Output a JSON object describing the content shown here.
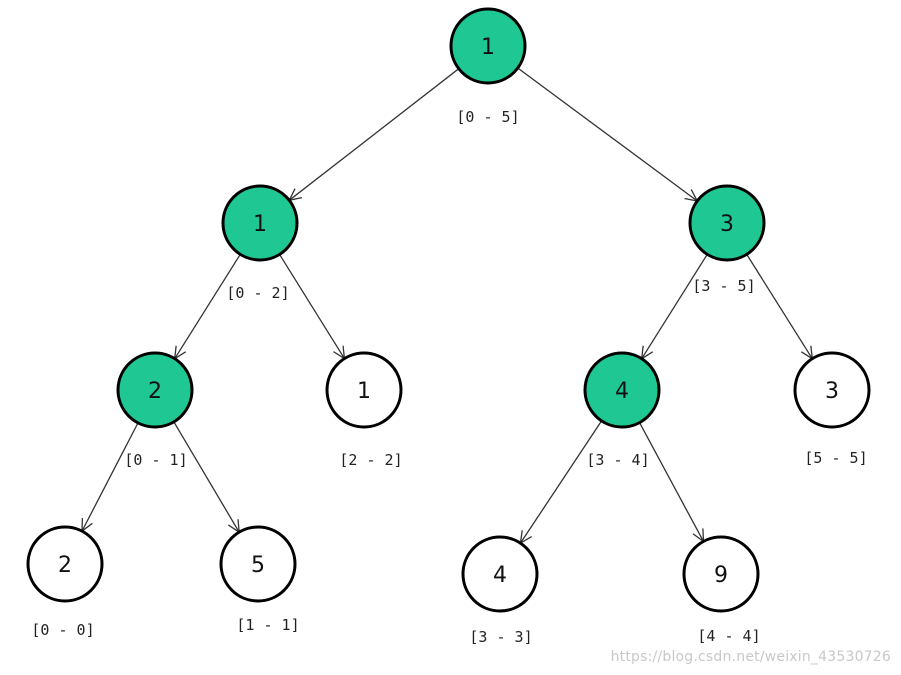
{
  "diagram": {
    "colors": {
      "internal_fill": "#1fc793",
      "leaf_fill": "#ffffff",
      "stroke": "#000000"
    },
    "nodes": [
      {
        "id": "n0",
        "value": "1",
        "range": "[0 - 5]",
        "kind": "internal"
      },
      {
        "id": "n1",
        "value": "1",
        "range": "[0 - 2]",
        "kind": "internal"
      },
      {
        "id": "n2",
        "value": "3",
        "range": "[3 - 5]",
        "kind": "internal"
      },
      {
        "id": "n3",
        "value": "2",
        "range": "[0 - 1]",
        "kind": "internal"
      },
      {
        "id": "n4",
        "value": "1",
        "range": "[2 - 2]",
        "kind": "leaf"
      },
      {
        "id": "n5",
        "value": "4",
        "range": "[3 - 4]",
        "kind": "internal"
      },
      {
        "id": "n6",
        "value": "3",
        "range": "[5 - 5]",
        "kind": "leaf"
      },
      {
        "id": "n7",
        "value": "2",
        "range": "[0 - 0]",
        "kind": "leaf"
      },
      {
        "id": "n8",
        "value": "5",
        "range": "[1 - 1]",
        "kind": "leaf"
      },
      {
        "id": "n9",
        "value": "4",
        "range": "[3 - 3]",
        "kind": "leaf"
      },
      {
        "id": "n10",
        "value": "9",
        "range": "[4 - 4]",
        "kind": "leaf"
      }
    ],
    "edges": [
      [
        "n0",
        "n1"
      ],
      [
        "n0",
        "n2"
      ],
      [
        "n1",
        "n3"
      ],
      [
        "n1",
        "n4"
      ],
      [
        "n2",
        "n5"
      ],
      [
        "n2",
        "n6"
      ],
      [
        "n3",
        "n7"
      ],
      [
        "n3",
        "n8"
      ],
      [
        "n5",
        "n9"
      ],
      [
        "n5",
        "n10"
      ]
    ],
    "watermark": "https://blog.csdn.net/weixin_43530726"
  }
}
